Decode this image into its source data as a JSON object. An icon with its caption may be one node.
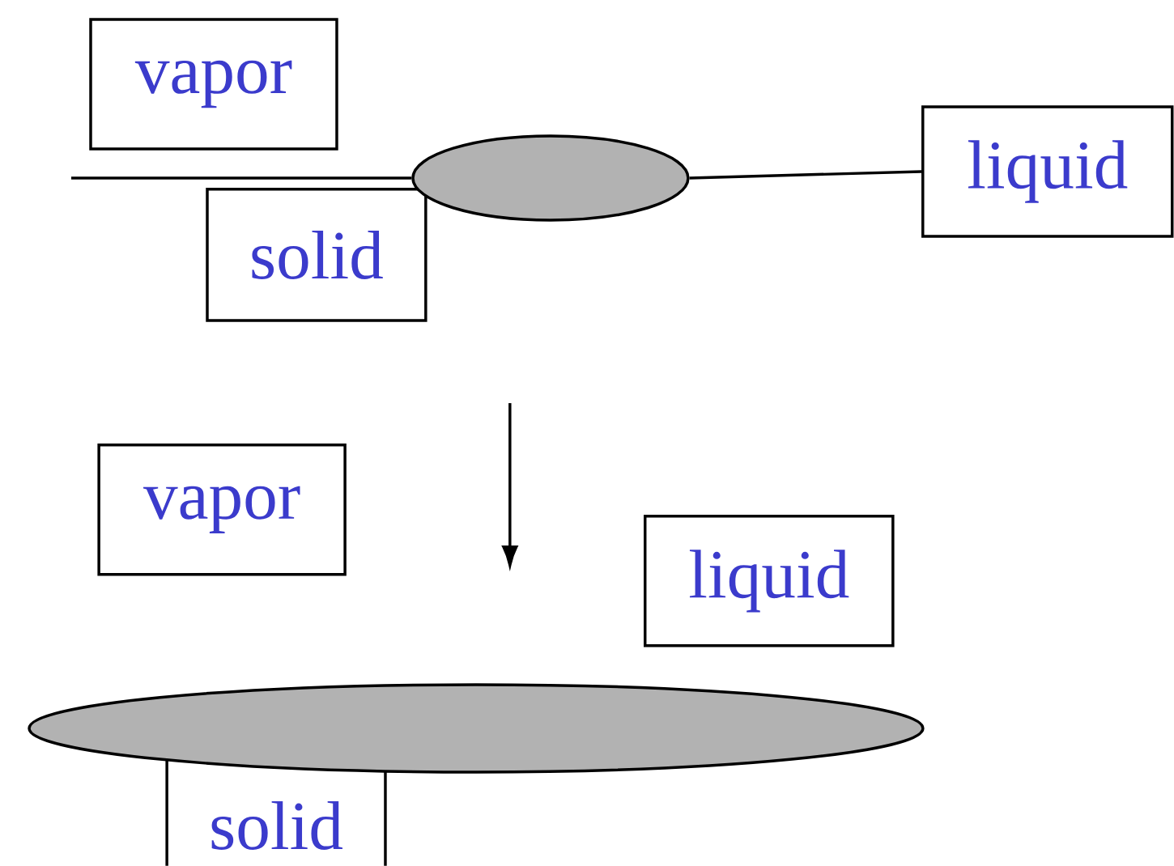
{
  "diagram": {
    "nodes": [
      {
        "text": [
          "vapor"
        ]
      },
      {
        "text": [
          "solid"
        ]
      },
      {
        "text": [],
        "shape": "ellipse"
      },
      {
        "text": [
          "liquid"
        ]
      },
      {
        "text": [
          "vapor"
        ]
      },
      {
        "text": [
          "liquid"
        ]
      },
      {
        "text": [],
        "shape": "ellipse"
      },
      {
        "text": [
          "solid"
        ]
      }
    ],
    "edges": [
      {
        "from": null,
        "to": 2,
        "arrow": "none"
      },
      {
        "from": 2,
        "to": 3,
        "arrow": "none"
      }
    ]
  }
}
